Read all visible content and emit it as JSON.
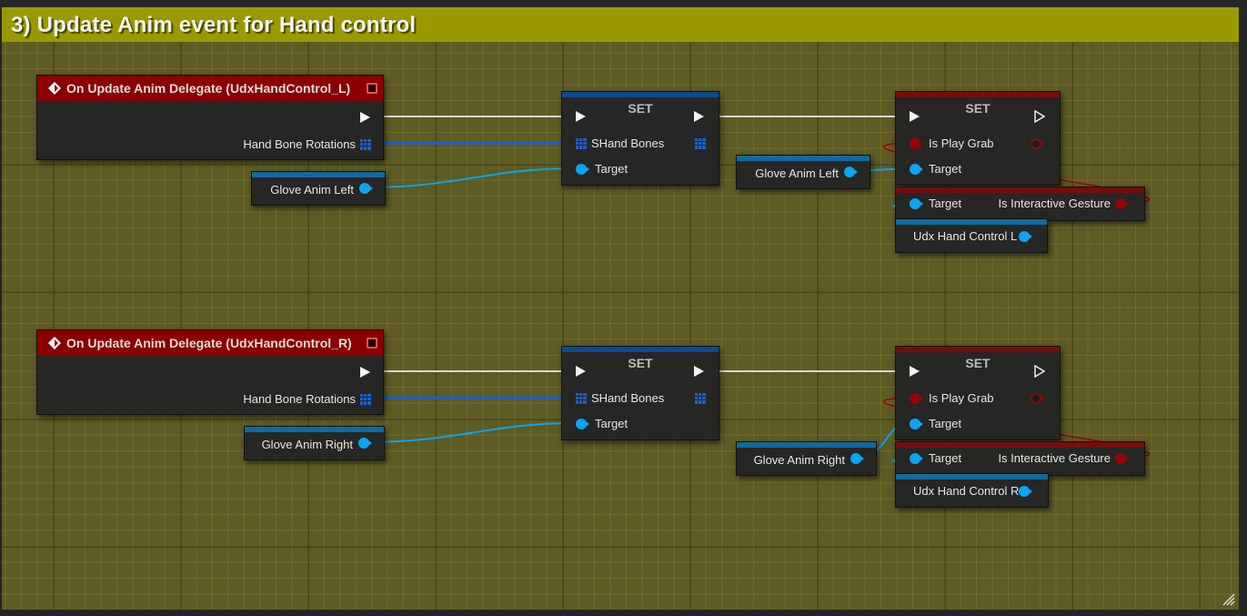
{
  "comment": {
    "title": "3) Update Anim event for Hand control",
    "color": "#9a9a00"
  },
  "groups": [
    {
      "event": {
        "title": "On Update Anim Delegate (UdxHandControl_L)",
        "output_pin": "Hand Bone Rotations"
      },
      "glove_var": {
        "label": "Glove Anim Left"
      },
      "set_bones": {
        "title": "SET",
        "value_pin": "SHand Bones",
        "target_pin": "Target"
      },
      "glove_var2": {
        "label": "Glove Anim Left"
      },
      "set_grab": {
        "title": "SET",
        "value_pin": "Is Play Grab",
        "target_pin": "Target"
      },
      "get_gesture": {
        "target_pin": "Target",
        "output_pin": "Is Interactive Gesture"
      },
      "hand_var": {
        "label": "Udx Hand Control L"
      }
    },
    {
      "event": {
        "title": "On Update Anim Delegate (UdxHandControl_R)",
        "output_pin": "Hand Bone Rotations"
      },
      "glove_var": {
        "label": "Glove Anim Right"
      },
      "set_bones": {
        "title": "SET",
        "value_pin": "SHand Bones",
        "target_pin": "Target"
      },
      "glove_var2": {
        "label": "Glove Anim Right"
      },
      "set_grab": {
        "title": "SET",
        "value_pin": "Is Play Grab",
        "target_pin": "Target"
      },
      "get_gesture": {
        "target_pin": "Target",
        "output_pin": "Is Interactive Gesture"
      },
      "hand_var": {
        "label": "Udx Hand Control R"
      }
    }
  ],
  "colors": {
    "exec_wire": "#d8d8d8",
    "array_wire": "#1561d6",
    "object_wire": "#08a6f2",
    "bool_wire": "#9a0303",
    "event_header": "#8a0000"
  }
}
